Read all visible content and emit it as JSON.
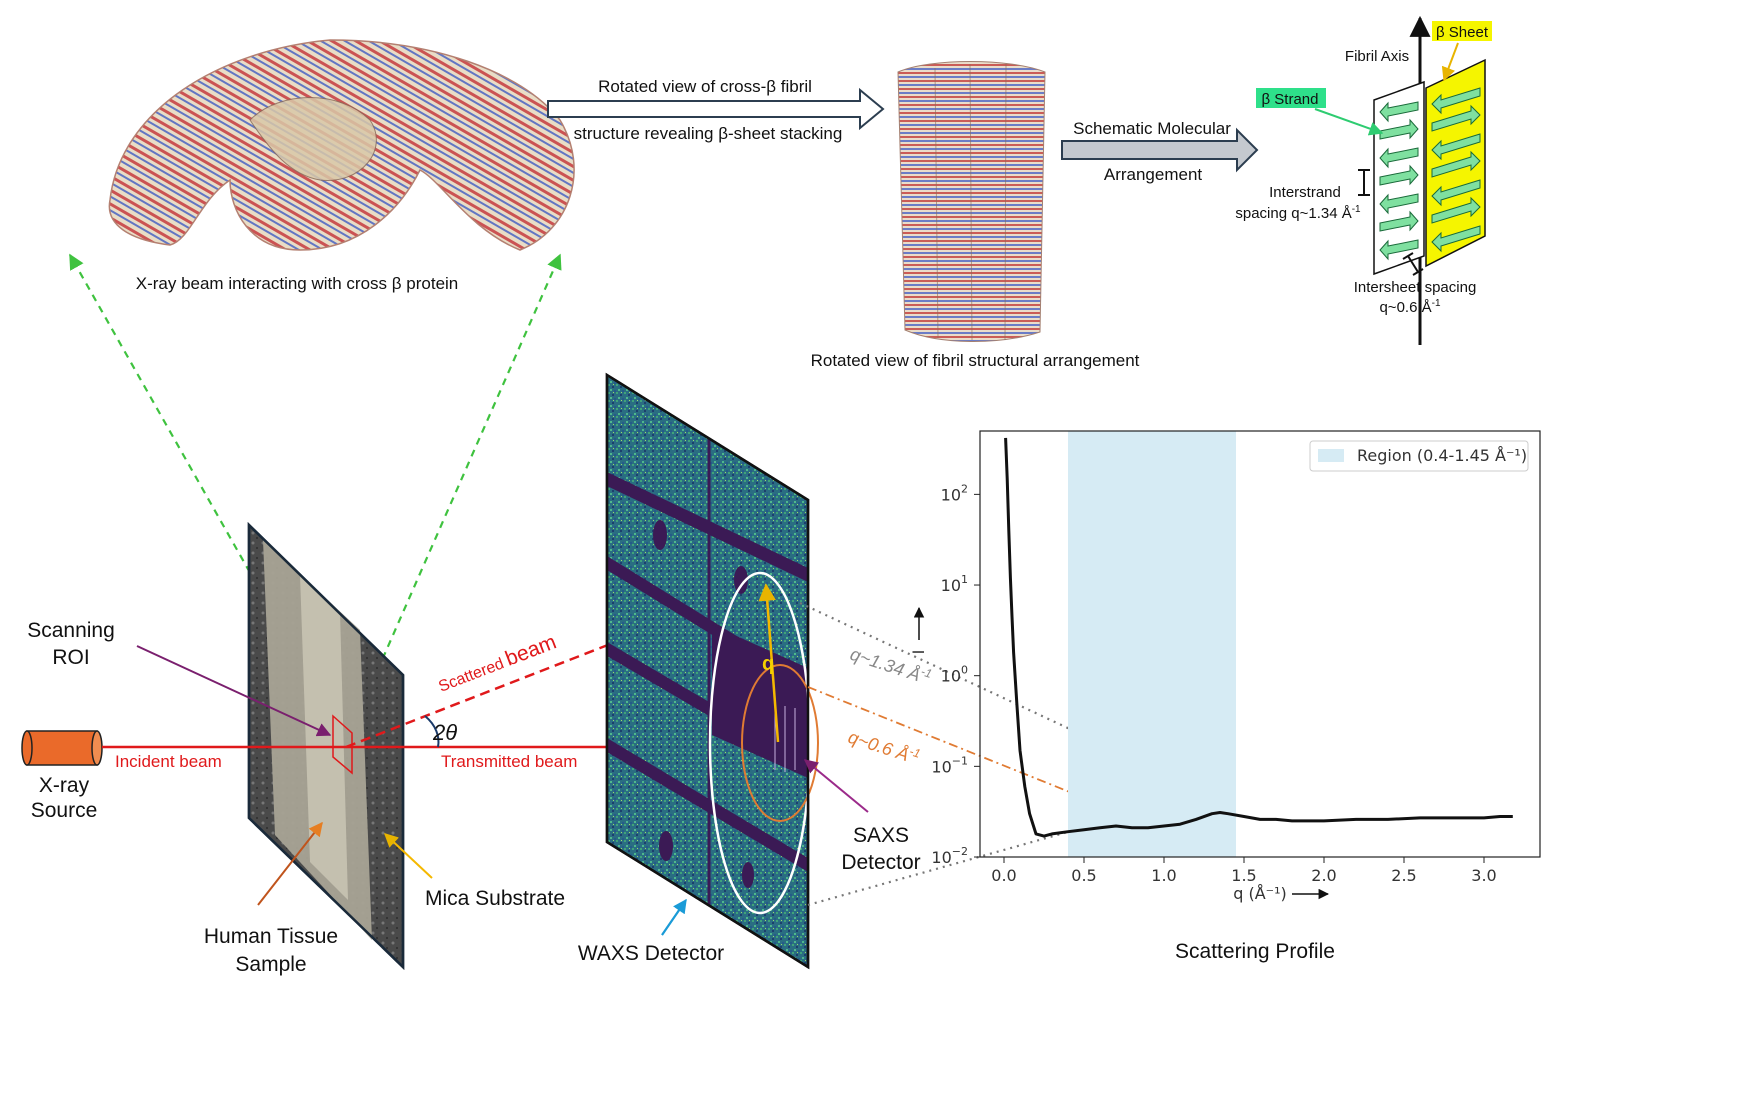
{
  "top": {
    "arrow1_line1": "Rotated view of cross-β fibril",
    "arrow1_line2": "structure revealing β-sheet stacking",
    "protein_caption": "X-ray beam interacting with cross β protein",
    "fibril_caption": "Rotated view of fibril structural arrangement",
    "arrow2_line1": "Schematic Molecular",
    "arrow2_line2": "Arrangement"
  },
  "schematic": {
    "fibril_axis": "Fibril Axis",
    "beta_sheet": "β Sheet",
    "beta_strand": "β Strand",
    "interstrand_line1": "Interstrand",
    "interstrand_line2": "spacing q~1.34 Å",
    "interstrand_sup": "-1",
    "intersheet_line1": "Intersheet spacing",
    "intersheet_line2": "q~0.6 Å",
    "intersheet_sup": "-1",
    "sheet_color": "#f5f500",
    "strand_color": "#7fe0a0",
    "label_strand_bg": "#2ee08a"
  },
  "setup": {
    "scanning_roi": [
      "Scanning",
      "ROI"
    ],
    "xray_source": [
      "X-ray",
      "Source"
    ],
    "incident_beam": "Incident beam",
    "transmitted_beam": "Transmitted beam",
    "scattered_beam_1": "Scattered",
    "scattered_beam_2": "beam",
    "two_theta": "2θ",
    "human_tissue": [
      "Human Tissue",
      "Sample"
    ],
    "mica_substrate": "Mica Substrate",
    "waxs_detector": "WAXS Detector",
    "saxs_detector": [
      "SAXS",
      "Detector"
    ],
    "q_label": "q",
    "q134": "q~1.34 Å",
    "q134_sup": "-1",
    "q06": "q~0.6 Å",
    "q06_sup": "-1",
    "beam_color": "#e0191b",
    "source_color": "#ea6a2a"
  },
  "chart_data": {
    "type": "line",
    "title": "Scattering Profile",
    "xlabel": "q (Å⁻¹)",
    "ylabel": "I",
    "yscale": "log",
    "xlim": [
      -0.15,
      3.35
    ],
    "ylim": [
      0.01,
      500
    ],
    "xticks": [
      "0.0",
      "0.5",
      "1.0",
      "1.5",
      "2.0",
      "2.5",
      "3.0"
    ],
    "xtick_values": [
      0.0,
      0.5,
      1.0,
      1.5,
      2.0,
      2.5,
      3.0
    ],
    "yticks": [
      {
        "base": "10",
        "exp": "2",
        "value": 100
      },
      {
        "base": "10",
        "exp": "1",
        "value": 10
      },
      {
        "base": "10",
        "exp": "0",
        "value": 1
      },
      {
        "base": "10",
        "exp": "−1",
        "value": 0.1
      },
      {
        "base": "10",
        "exp": "−2",
        "value": 0.01
      }
    ],
    "region": {
      "label": "Region (0.4-1.45 Å⁻¹)",
      "from": 0.4,
      "to": 1.45,
      "color": "#d6ebf4"
    },
    "legend_position": "top-right",
    "grid": false,
    "series": [
      {
        "x": [
          0.01,
          0.02,
          0.03,
          0.04,
          0.05,
          0.06,
          0.08,
          0.1,
          0.13,
          0.16,
          0.2,
          0.25,
          0.3,
          0.4,
          0.5,
          0.6,
          0.7,
          0.8,
          0.9,
          1.0,
          1.1,
          1.2,
          1.3,
          1.35,
          1.4,
          1.5,
          1.6,
          1.7,
          1.8,
          2.0,
          2.2,
          2.4,
          2.6,
          2.8,
          3.0,
          3.1,
          3.18
        ],
        "y": [
          420,
          150,
          40,
          12,
          4.5,
          1.8,
          0.5,
          0.15,
          0.06,
          0.03,
          0.018,
          0.017,
          0.018,
          0.019,
          0.02,
          0.021,
          0.022,
          0.021,
          0.021,
          0.022,
          0.023,
          0.026,
          0.03,
          0.031,
          0.03,
          0.028,
          0.026,
          0.026,
          0.025,
          0.025,
          0.026,
          0.026,
          0.027,
          0.027,
          0.027,
          0.028,
          0.028
        ]
      }
    ]
  }
}
